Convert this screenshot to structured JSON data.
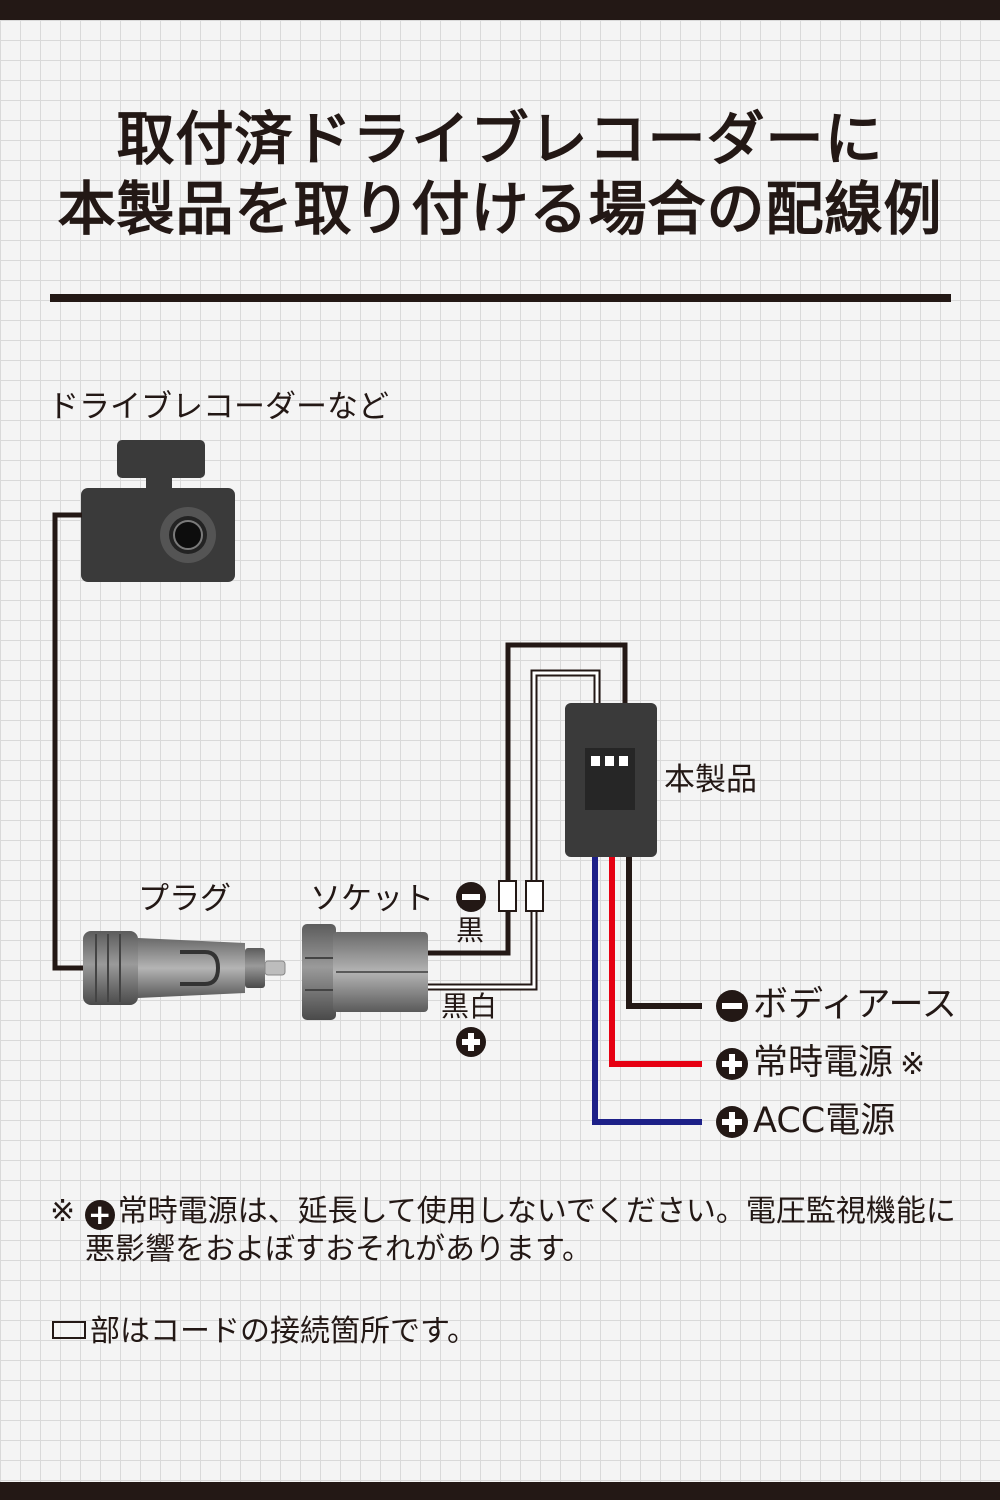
{
  "title": {
    "line1": "取付済ドライブレコーダーに",
    "line2": "本製品を取り付ける場合の配線例"
  },
  "labels": {
    "recorder": "ドライブレコーダーなど",
    "plug": "プラグ",
    "socket": "ソケット",
    "product": "本製品",
    "black": "黒",
    "black_white": "黒白",
    "body_earth": "ボディアース",
    "constant_power": "常時電源",
    "constant_mark": "※",
    "acc_power": "ACC電源"
  },
  "notes": {
    "mark": "※",
    "line1_rest": "常時電源は、延長して使用しないでください。電圧監視機能に",
    "line2": "悪影響をおよぼすおそれがあります。",
    "legend": "部はコードの接続箇所です。"
  },
  "icons": {
    "minus": "−",
    "plus": "+"
  },
  "colors": {
    "ink": "#231815",
    "red_wire": "#e60012",
    "blue_wire": "#1d2088"
  }
}
